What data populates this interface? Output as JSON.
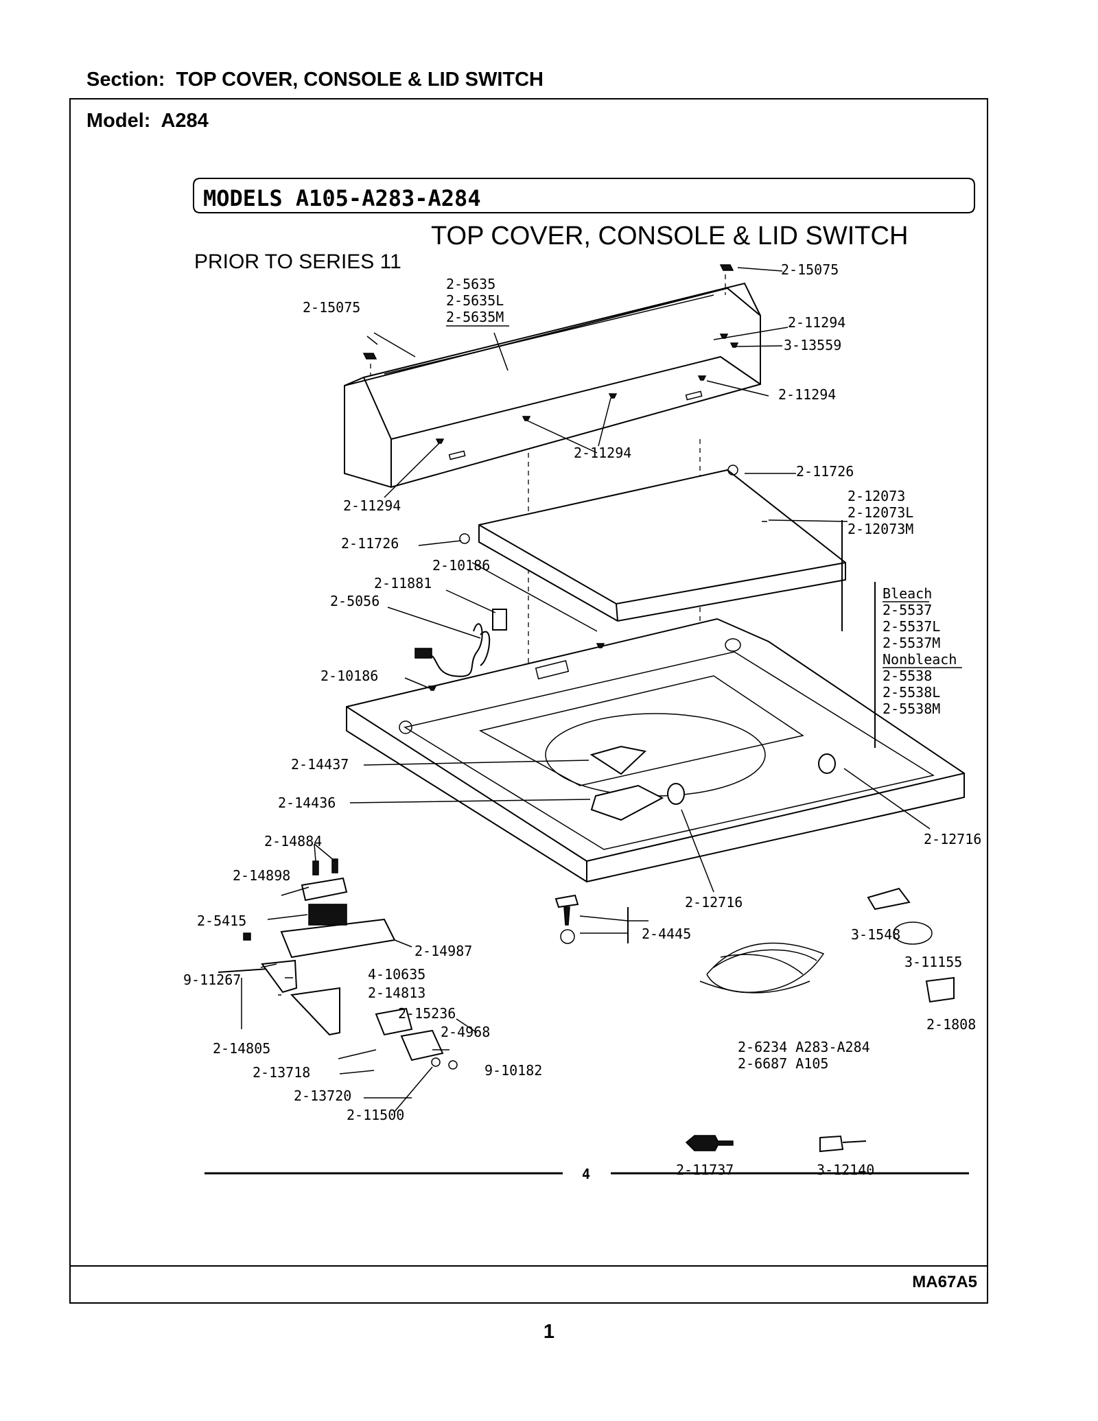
{
  "header": {
    "section_label": "Section:",
    "section_value": "TOP COVER, CONSOLE & LID SWITCH",
    "model_label": "Model:",
    "model_value": "A284"
  },
  "diagram": {
    "models_banner": "MODELS A105-A283-A284",
    "title": "TOP COVER, CONSOLE & LID SWITCH",
    "series_note": "PRIOR TO SERIES 11",
    "page_marker": "4",
    "parts": {
      "console_bracket_right": "2-15075",
      "console_bracket_left": "2-15075",
      "console_a": "2-5635",
      "console_b": "2-5635L",
      "console_c": "2-5635M",
      "screw_top_right": "2-11294",
      "clip_right": "3-13559",
      "screw_right_lower": "2-11294",
      "screw_center": "2-11294",
      "screw_left": "2-11294",
      "bumper_right": "2-11726",
      "bumper_left": "2-11726",
      "lid_a": "2-12073",
      "lid_b": "2-12073L",
      "lid_c": "2-12073M",
      "screw_lid_top": "2-10186",
      "screw_lid_left": "2-10186",
      "switch_11881": "2-11881",
      "harness_5056": "2-5056",
      "bleach_heading": "Bleach",
      "top_bleach_a": "2-5537",
      "top_bleach_b": "2-5537L",
      "top_bleach_c": "2-5537M",
      "nonbleach_heading": "Nonbleach",
      "top_nonbleach_a": "2-5538",
      "top_nonbleach_b": "2-5538L",
      "top_nonbleach_c": "2-5538M",
      "funnel_14437": "2-14437",
      "base_14436": "2-14436",
      "plug_12716_right": "2-12716",
      "plug_12716_bottom": "2-12716",
      "screws_14884": "2-14884",
      "plate_14898": "2-14898",
      "switch_5415": "2-5415",
      "insulator_14987": "2-14987",
      "bolt_11267": "9-11267",
      "nut_10635": "4-10635",
      "lever_14813": "2-14813",
      "rod_14805": "2-14805",
      "spring_15236": "2-15236",
      "bracket_4968": "2-4968",
      "clip_13718": "2-13718",
      "spring_13720": "2-13720",
      "screw_10182": "9-10182",
      "nut_11500": "2-11500",
      "screw_4445": "2-4445",
      "clip_1548": "3-1548",
      "ring_11155": "3-11155",
      "connector_1808": "2-1808",
      "harness_6234": "2-6234 A283-A284",
      "harness_6687": "2-6687 A105",
      "terminal_11737": "2-11737",
      "terminal_12140": "3-12140"
    }
  },
  "footer": {
    "doc_number": "MA67A5",
    "page_number": "1"
  }
}
